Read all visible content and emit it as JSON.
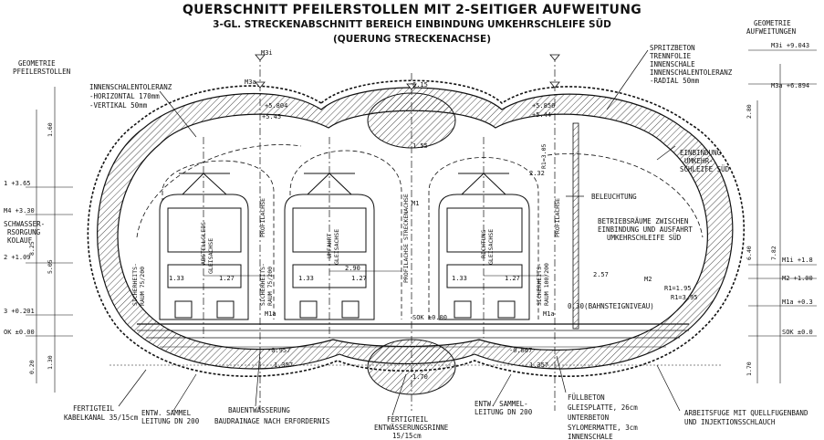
{
  "title": {
    "line1": "QUERSCHNITT PFEILERSTOLLEN MIT 2-SEITIGER AUFWEITUNG",
    "line2": "3-GL. STRECKENABSCHNITT BEREICH EINBINDUNG UMKEHRSCHLEIFE SÜD",
    "line3": "(QUERUNG STRECKENACHSE)"
  },
  "labels": {
    "geometrie_left": "GEOMETRIE",
    "pfeilerstollen": "PFEILERSTOLLEN",
    "geometrie_right": "GEOMETRIE",
    "aufweitungen": "AUFWEITUNGEN",
    "innenschalentoleranz": "INNENSCHALENTOLERANZ",
    "horizontal": "-HORIZONTAL 170mm",
    "vertikal": "-VERTIKAL   50mm",
    "spritzbeton": "SPRITZBETON",
    "trennfolie": "TRENNFOLIE",
    "innenschale": "INNENSCHALE",
    "innenschalentoleranz_r": "INNENSCHALENTOLERANZ",
    "radial": "-RADIAL 50mm",
    "einbindung1": "EINBINDUNG",
    "einbindung2": "UMKEHR-",
    "einbindung3": "SCHLEIFE SÜD",
    "beleuchtung": "BELEUCHTUNG",
    "betrieb1": "BETRIEBSRÄUME ZWISCHEN",
    "betrieb2": "EINBINDUNG UND AUSFAHRT",
    "betrieb3": "UMKEHRSCHLEIFE SÜD",
    "bahnsteig": "0.30(BAHNSTEIGNIVEAU)",
    "schwasser1": "SCHWASSER-",
    "schwasser2": "RSORGUNG",
    "schwasser3": "KOLAUF",
    "fertigteil_l1": "FERTIGTEIL",
    "fertigteil_l2": "KABELKANAL 35/15cm",
    "entw_l1": "ENTW. SAMMEL",
    "entw_l2": "LEITUNG DN 200",
    "bauentw": "BAUENTWÄSSERUNG",
    "baudrainage": "BAUDRAINAGE NACH ERFORDERNIS",
    "fertigteil_m1": "FERTIGTEIL",
    "fertigteil_m2": "ENTWÄSSERUNGSRINNE",
    "fertigteil_m3": "15/15cm",
    "entw_r1": "ENTW. SAMMEL-",
    "entw_r2": "LEITUNG DN 200",
    "fullbeton": "FÜLLBETON",
    "gleisplatte": "GLEISPLATTE, 26cm",
    "unterbeton": "UNTERBETON",
    "sylomer": "SYLOMERMATTE, 3cm",
    "innenschale_b": "INNENSCHALE",
    "arbeitsfuge1": "ARBEITSFUGE MIT QUELLFUGENBAND",
    "arbeitsfuge2": "UND INJEKTIONSSCHLAUCH",
    "profilachse1": "PROFILACHSE",
    "profilachse2": "PROFILACHSE",
    "streckenachse": "PROFILACHSE STRECKENACHSE",
    "gleisachse1": "GLEISACHSE",
    "gleisachse2": "GLEISACHSE",
    "gleisachse3": "GLEISACHSE",
    "abstellgleis": "ABSTELLGLEIS",
    "richtung1": "UMFAHRT",
    "richtung2": "RICHTUNG",
    "sicherheit1": "SICHERHEITS-",
    "sicherheit1b": "RAUM 75/200",
    "sicherheit2": "SICHERHEITS-",
    "sicherheit2b": "RAUM 75/200",
    "sicherheit3": "SICHERHEITS-",
    "sicherheit3b": "RAUM 100/200"
  },
  "levels": {
    "m3i": "M3i",
    "m3i_r": "M3i +9.043",
    "m3a": "M3a",
    "m3a_r": "M3a +6.894",
    "m1i": "M1i +1.8",
    "m2": "M2 +1.00",
    "m1a": "M1a +0.3",
    "sok_r": "SOK ±0.0",
    "l365": "1 +3.65",
    "l330": "M4 +3.30",
    "l109": "2 +1.09",
    "l0201": "3 +0.201",
    "lok": "OK ±0.00",
    "sok_c": "SOK ±0.00"
  },
  "dims": {
    "d615": "6.15",
    "d545": "+5.45",
    "d5804": "+5.804",
    "d5856": "+5.856",
    "d544": "+5.44",
    "d155": "1.55",
    "d232": "2.32",
    "d133a": "1.33",
    "d127a": "1.27",
    "d290": "2.90",
    "d133b": "1.33",
    "d127b": "1.27",
    "d133c": "1.33",
    "d127c": "1.27",
    "d257": "2.57",
    "d0957": "-0.957",
    "d0867": "-0.867",
    "d1357a": "1.357",
    "d1357b": "1.357",
    "d170": "1.70",
    "d640": "6.40",
    "d782": "7.82",
    "d825": "8.25",
    "d505": "5.05",
    "d160": "1.60",
    "d130": "1.30",
    "d020": "0.20",
    "d170r": "1.70",
    "d280r": "2.80",
    "rad": "R1=1.95",
    "rad2": "R1=3.05",
    "rad3": "R1=3.95",
    "m1": "M1",
    "m2c": "M2",
    "m1ac": "M1a",
    "m1ar": "M1a"
  },
  "colors": {
    "ink": "#111111",
    "hatch": "#333333"
  }
}
